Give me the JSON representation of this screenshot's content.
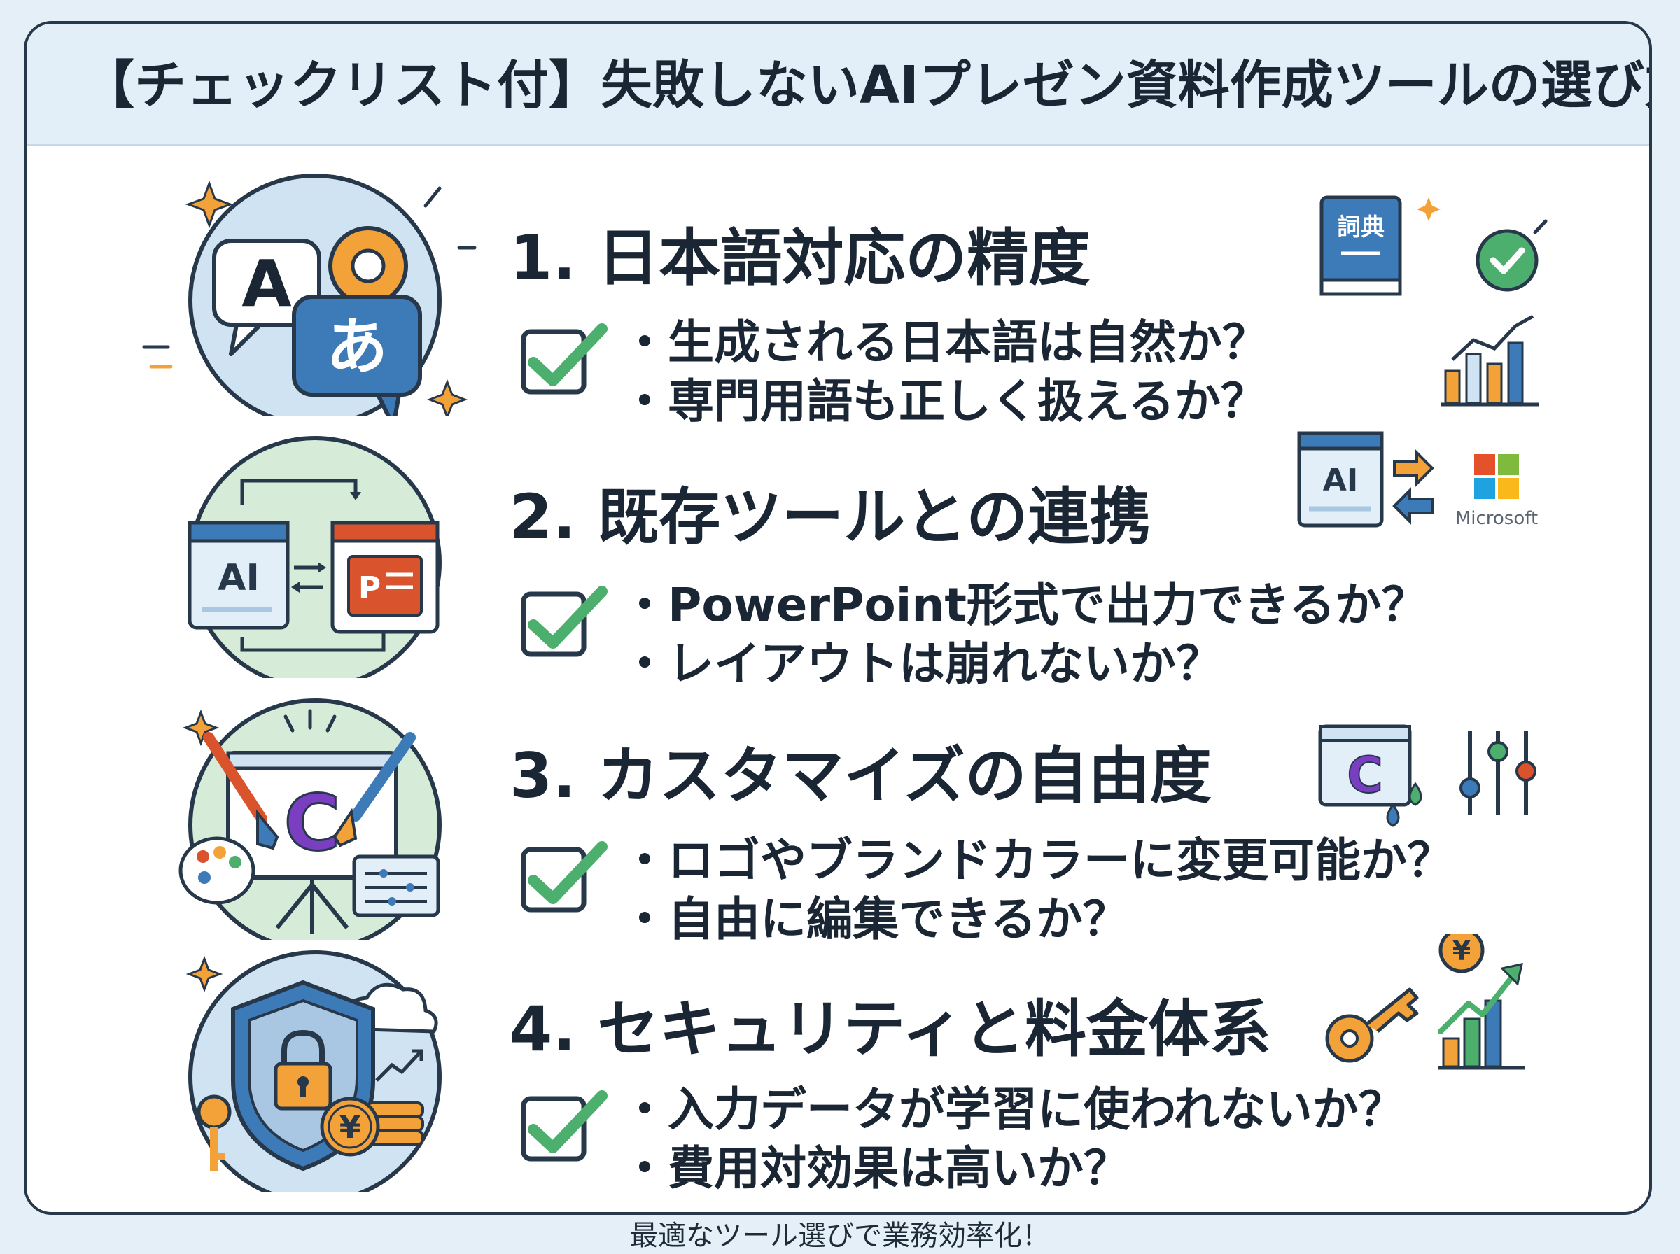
{
  "title": "【チェックリスト付】失敗しないAIプレゼン資料作成ツールの選び方",
  "sections": [
    {
      "title": "1. 日本語対応の精度",
      "bullets": [
        "・生成される日本語は自然か？",
        "・専門用語も正しく扱えるか？"
      ],
      "icon_text": {
        "char_latin": "A",
        "char_kana": "あ",
        "dictionary": "詞典"
      },
      "icons": [
        "translate-bubbles-icon",
        "gear-icon",
        "dictionary-icon",
        "checkmark-circle-icon",
        "bar-chart-icon"
      ]
    },
    {
      "title": "2. 既存ツールとの連携",
      "bullets": [
        "・PowerPoint形式で出力できるか？",
        "・レイアウトは崩れないか？"
      ],
      "icon_text": {
        "ai_label": "AI",
        "ppt_label": "P",
        "microsoft": "Microsoft"
      },
      "icons": [
        "ai-window-icon",
        "powerpoint-window-icon",
        "sync-arrows-icon",
        "microsoft-logo-icon"
      ]
    },
    {
      "title": "3. カスタマイズの自由度",
      "bullets": [
        "・ロゴやブランドカラーに変更可能か？",
        "・自由に編集できるか？"
      ],
      "icon_text": {
        "logo_letter": "C"
      },
      "icons": [
        "paintbrush-icon",
        "palette-icon",
        "presentation-board-icon",
        "color-drop-icon",
        "sliders-icon"
      ]
    },
    {
      "title": "4. セキュリティと料金体系",
      "bullets": [
        "・入力データが学習に使われないか？",
        "・費用対効果は高いか？"
      ],
      "icon_text": {
        "currency": "¥"
      },
      "icons": [
        "shield-lock-icon",
        "cloud-icon",
        "key-icon",
        "yen-coin-icon",
        "growth-chart-icon"
      ]
    }
  ],
  "footer": "最適なツール選びで業務効率化！",
  "colors": {
    "navy": "#27384a",
    "blue": "#3d7ab8",
    "light_blue": "#cfe3f3",
    "green": "#4caf6e",
    "light_green": "#d6ecd9",
    "orange": "#f3a23a",
    "red_orange": "#d9532c",
    "header_bg": "#e2eef8"
  }
}
